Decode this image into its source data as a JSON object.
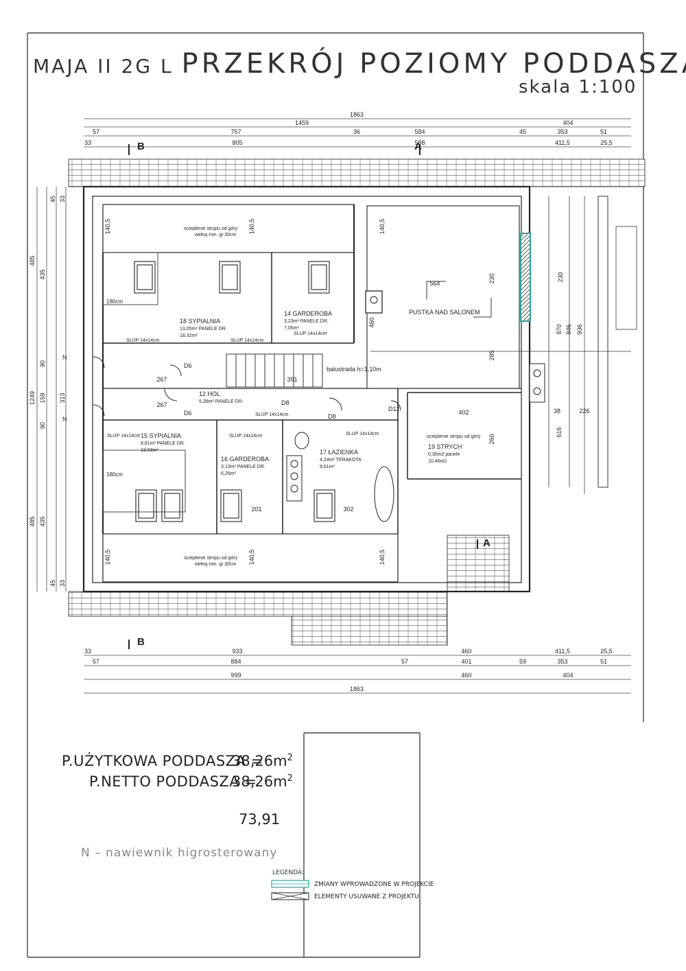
{
  "title": {
    "project": "MAJA II 2G L",
    "heading": "PRZEKRÓJ POZIOMY PODDASZA",
    "scale": "skala 1:100"
  },
  "dimensions": {
    "top": {
      "row1": [
        "1863"
      ],
      "row2": [
        "1459",
        "404"
      ],
      "row3": [
        "57",
        "757",
        "36",
        "584",
        "45",
        "353",
        "51"
      ],
      "row4": [
        "33",
        "805",
        "588",
        "411,5",
        "25,5"
      ]
    },
    "bottom": {
      "row1": [
        "33",
        "933",
        "460",
        "411,5",
        "25,5"
      ],
      "row2": [
        "57",
        "884",
        "57",
        "401",
        "59",
        "353",
        "51"
      ],
      "row3": [
        "999",
        "460",
        "404"
      ],
      "row4": [
        "1863"
      ]
    },
    "left": {
      "outer": [
        "485",
        "1249",
        "485"
      ],
      "middle": [
        "435",
        "90",
        "159",
        "90",
        "435"
      ],
      "inner": [
        "45",
        "33",
        "313",
        "45",
        "33"
      ]
    },
    "right": [
      "870",
      "846",
      "936",
      "616",
      "226",
      "38"
    ]
  },
  "section_marks": [
    "A",
    "A",
    "B",
    "B"
  ],
  "rooms": [
    {
      "no": "18",
      "name": "SYPIALNIA",
      "floor": "PANELE DR.",
      "area": "13,05m²",
      "area2": "18,32m²"
    },
    {
      "no": "14",
      "name": "GARDEROBA",
      "floor": "PANELE DR.",
      "area": "3,23m²",
      "area2": "7,05m²"
    },
    {
      "no": "12",
      "name": "HOL",
      "floor": "PANELE DR.",
      "area": "5,38m²"
    },
    {
      "no": "15",
      "name": "SYPIALNIA",
      "floor": "PANELE DR.",
      "area": "8,81m²",
      "area2": "13,03m²"
    },
    {
      "no": "16",
      "name": "GARDEROBA",
      "floor": "PANELE DR.",
      "area": "3,13m²",
      "area2": "6,26m²"
    },
    {
      "no": "17",
      "name": "ŁAZIENKA",
      "floor": "TERAKOTA",
      "area": "4,24m²",
      "area2": "9,61m²"
    },
    {
      "no": "19",
      "name": "STRYCH",
      "floor": "panele",
      "area": "0,30m2",
      "area2": "10,46m2"
    }
  ],
  "plan_labels": {
    "void": "PUSTKA NAD SALONEM",
    "insulation": "ocieplenie stropu od góry",
    "insulation2": "wełną min. gr.30cm",
    "balustrade": "balustrada h=1,10m",
    "post": "SLUP 14x14cm",
    "bed": "180cm",
    "doors": [
      "D6",
      "D6",
      "D8",
      "D8",
      "D12"
    ],
    "vent": "N",
    "wall_heights": [
      "140,5",
      "140,5",
      "140,5",
      "140,5",
      "140,5",
      "140,5"
    ],
    "room_dims": [
      "564",
      "267",
      "267",
      "402",
      "302",
      "201",
      "391",
      "460",
      "230",
      "230",
      "285",
      "260"
    ]
  },
  "areas": {
    "usable_label": "P.UŻYTKOWA PODDASZA  =",
    "usable_value": "38,26",
    "net_label": "P.NETTO PODDASZA  =",
    "net_value": "38,26",
    "unit": "m",
    "unit_sup": "2",
    "total": "73,91"
  },
  "note": "N  –  nawiewnik higrosterowany",
  "legend": {
    "title": "LEGENDA:",
    "items": [
      {
        "label": "ZMIANY WPROWADZONE W PROJEKCIE"
      },
      {
        "label": "ELEMENTY USUWANE Z PROJEKTU"
      }
    ]
  },
  "colors": {
    "line": "#333333",
    "accent": "#2aa6a0",
    "void_fill": "#ffffff",
    "hatch": "#777777"
  }
}
